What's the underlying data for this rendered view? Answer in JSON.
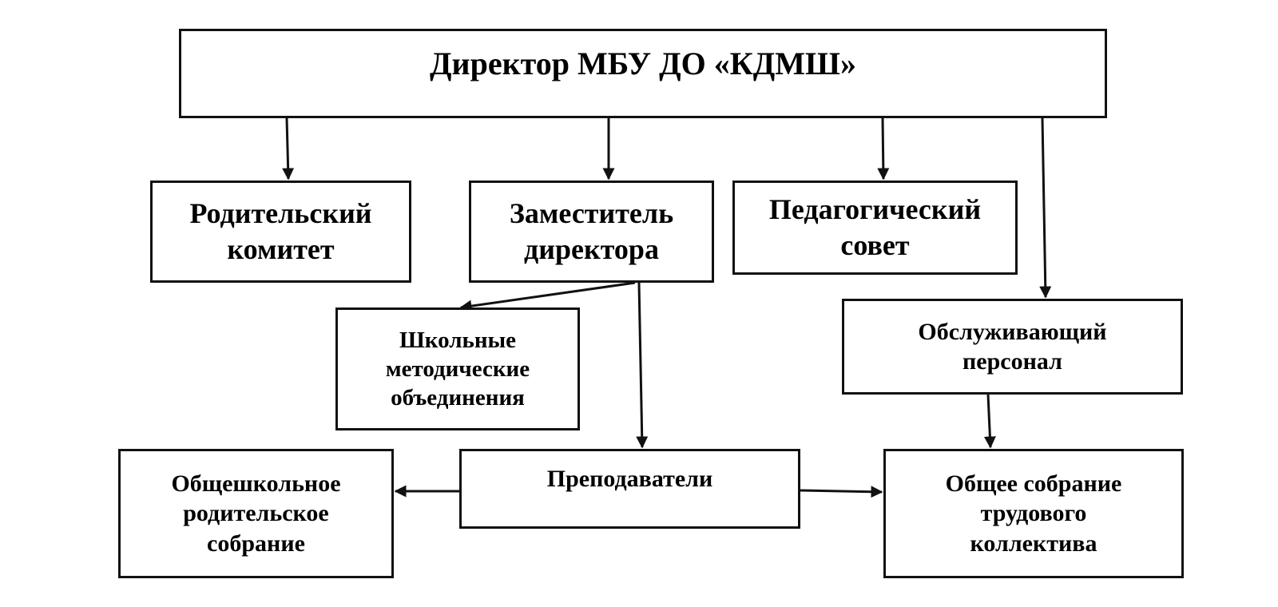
{
  "diagram": {
    "type": "org-chart",
    "nodes": {
      "director": "Директор МБУ ДО «КДМШ»",
      "parents_committee": "Родительский\nкомитет",
      "deputy_director": "Заместитель\nдиректора",
      "pedagogical_council": "Педагогический\nсовет",
      "service_staff": "Обслуживающий\nперсонал",
      "methodical_unions": "Школьные\nметодические\nобъединения",
      "teachers": "Преподаватели",
      "school_parents_meeting": "Общешкольное\nродительское\nсобрание",
      "staff_general_meeting": "Общее собрание\nтрудового\nколлектива"
    },
    "edges": [
      {
        "from": "director",
        "to": "parents_committee"
      },
      {
        "from": "director",
        "to": "deputy_director"
      },
      {
        "from": "director",
        "to": "pedagogical_council"
      },
      {
        "from": "director",
        "to": "service_staff"
      },
      {
        "from": "deputy_director",
        "to": "methodical_unions"
      },
      {
        "from": "deputy_director",
        "to": "teachers"
      },
      {
        "from": "teachers",
        "to": "school_parents_meeting"
      },
      {
        "from": "teachers",
        "to": "staff_general_meeting"
      },
      {
        "from": "service_staff",
        "to": "staff_general_meeting"
      }
    ],
    "colors": {
      "line": "#111111",
      "box_fill": "#ffffff",
      "text": "#000000"
    }
  }
}
